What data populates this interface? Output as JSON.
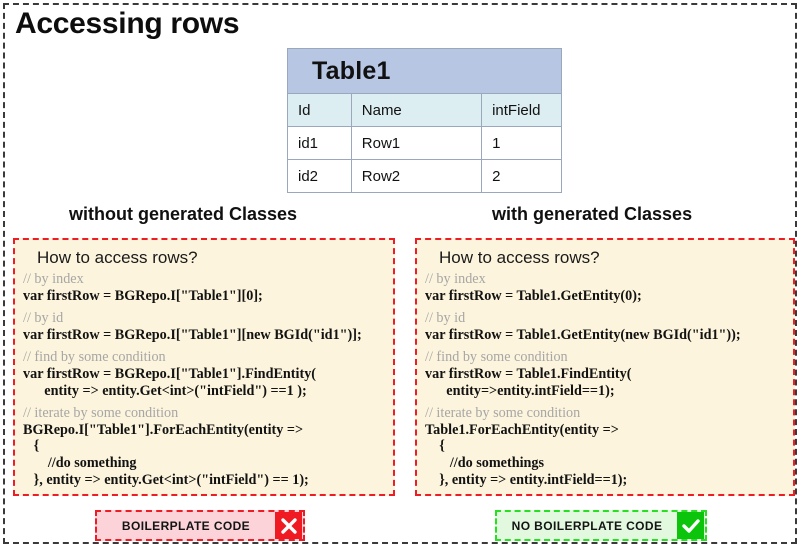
{
  "page": {
    "title": "Accessing rows",
    "border_color": "#3a3a3a"
  },
  "table": {
    "name": "Table1",
    "header_color": "#b6c6e3",
    "columns": [
      "Id",
      "Name",
      "intField"
    ],
    "rows": [
      [
        "id1",
        "Row1",
        "1"
      ],
      [
        "id2",
        "Row2",
        "2"
      ]
    ]
  },
  "sections": {
    "left_heading": "without generated Classes",
    "right_heading": "with generated Classes"
  },
  "panels": {
    "left": {
      "title": "How to access rows?",
      "accent": "#ee1c25",
      "background": "#fcf4dc",
      "snippets": [
        {
          "comment": "// by index",
          "code": "var firstRow = BGRepo.I[\"Table1\"][0];"
        },
        {
          "comment": "// by id",
          "code": "var firstRow = BGRepo.I[\"Table1\"][new BGId(\"id1\")];"
        },
        {
          "comment": "// find by some condition",
          "code": "var firstRow = BGRepo.I[\"Table1\"].FindEntity(\n      entity => entity.Get<int>(\"intField\") ==1 );"
        },
        {
          "comment": "// iterate by some condition",
          "code": "BGRepo.I[\"Table1\"].ForEachEntity(entity =>\n   {\n       //do something\n   }, entity => entity.Get<int>(\"intField\") == 1);"
        }
      ]
    },
    "right": {
      "title": "How to access rows?",
      "accent": "#ee1c25",
      "background": "#fcf4dc",
      "snippets": [
        {
          "comment": "// by index",
          "code": "var firstRow = Table1.GetEntity(0);"
        },
        {
          "comment": "// by id",
          "code": "var firstRow = Table1.GetEntity(new BGId(\"id1\"));"
        },
        {
          "comment": "// find by some condition",
          "code": "var firstRow = Table1.FindEntity(\n      entity=>entity.intField==1);"
        },
        {
          "comment": "// iterate by some condition",
          "code": "Table1.ForEachEntity(entity =>\n    {\n       //do somethings\n    }, entity => entity.intField==1);"
        }
      ]
    }
  },
  "badges": {
    "left": {
      "label": "BOILERPLATE CODE",
      "icon": "cross-icon",
      "icon_glyph": "✕",
      "fill": "#fbd3d9",
      "accent": "#ee1c25",
      "icon_color": "#f01a22"
    },
    "right": {
      "label": "NO BOILERPLATE CODE",
      "icon": "check-icon",
      "icon_glyph": "✓",
      "fill": "#e2f8df",
      "accent": "#26e021",
      "icon_color": "#0bc40b"
    }
  }
}
